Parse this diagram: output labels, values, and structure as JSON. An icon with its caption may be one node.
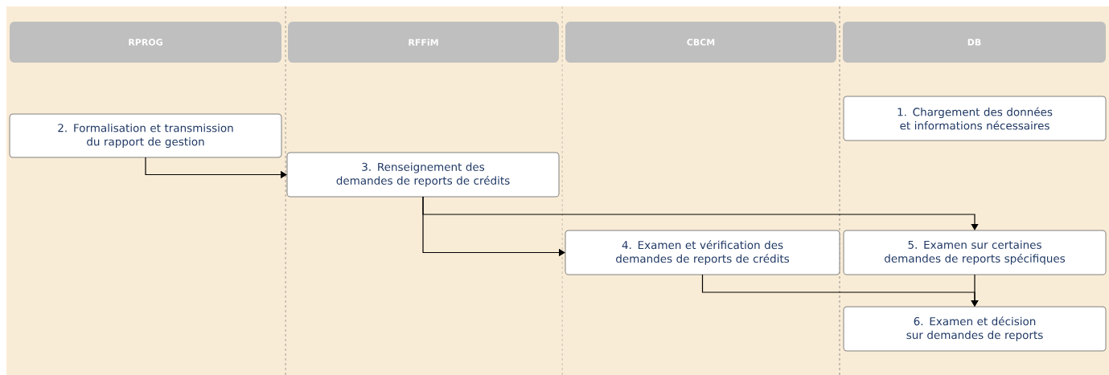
{
  "diagram": {
    "nodes": [
      {
        "text": [
          "RPROG"
        ]
      },
      {
        "text": [
          "RFFiM"
        ]
      },
      {
        "text": [
          "CBCM"
        ]
      },
      {
        "text": [
          "DB"
        ]
      },
      {
        "text": [
          "1. Chargement des données et informations nécessaires"
        ]
      },
      {
        "text": [
          "2. Formalisation et transmission du rapport de gestion"
        ]
      },
      {
        "text": [
          "3. Renseignement des demandes de reports de crédits"
        ]
      },
      {
        "text": [
          "4. Examen et vérification des demandes de reports de crédits"
        ]
      },
      {
        "text": [
          "5. Examen sur certaines demandes de reports spécifiques"
        ]
      },
      {
        "text": [
          "6. Examen et décision sur demandes de reports"
        ]
      }
    ],
    "edges": [
      {
        "from": 5,
        "to": 6,
        "arrow": "to"
      },
      {
        "from": 6,
        "to": 7,
        "arrow": "to"
      },
      {
        "from": 6,
        "to": 8,
        "arrow": "to"
      },
      {
        "from": 7,
        "to": 9,
        "arrow": "to"
      },
      {
        "from": 8,
        "to": 9,
        "arrow": "to"
      }
    ]
  }
}
